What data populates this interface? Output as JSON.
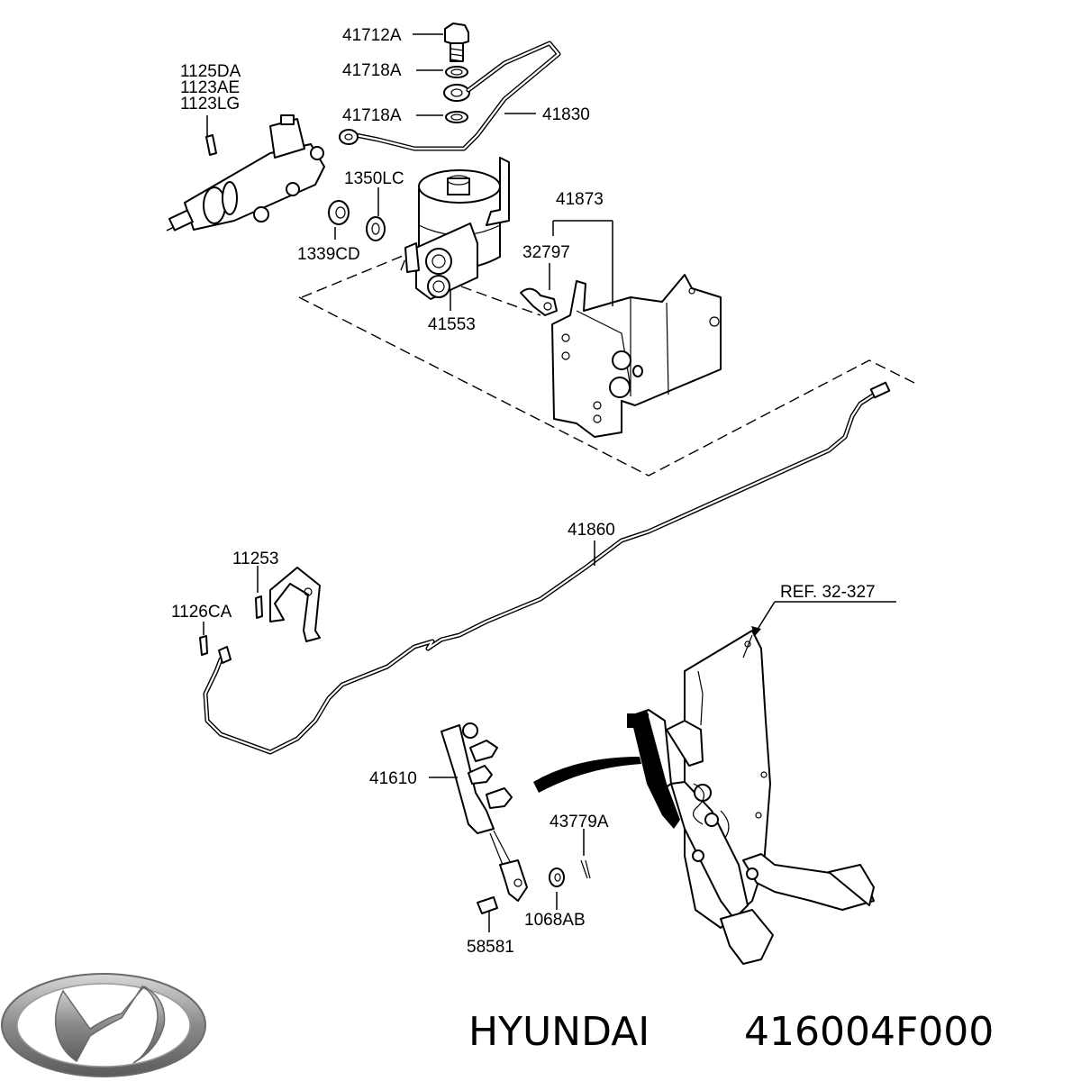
{
  "labels": {
    "p41712A": "41712A",
    "p41718A_1": "41718A",
    "p41718A_2": "41718A",
    "p41830": "41830",
    "p1125DA": "1125DA",
    "p1123AE": "1123AE",
    "p1123LG": "1123LG",
    "p1350LC": "1350LC",
    "p1339CD": "1339CD",
    "p41873": "41873",
    "p32797": "32797",
    "p41553": "41553",
    "p41860": "41860",
    "p11253": "11253",
    "p1126CA": "1126CA",
    "pRef": "REF. 32-327",
    "p41610": "41610",
    "p43779A": "43779A",
    "p1068AB": "1068AB",
    "p58581": "58581"
  },
  "caption": {
    "brand": "HYUNDAI",
    "part_number": "416004F000"
  },
  "logo": {
    "icon": "hyundai-logo-icon",
    "color": "#8a8a8a"
  }
}
